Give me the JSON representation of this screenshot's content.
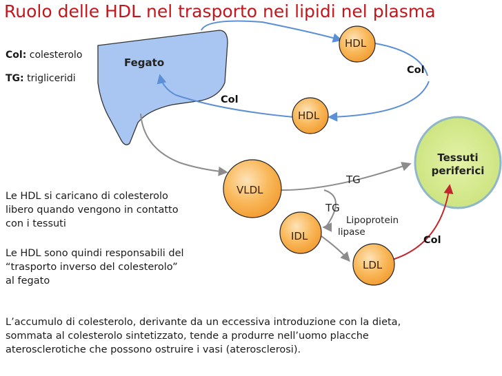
{
  "title": "Ruolo delle HDL nel trasporto nei lipidi nel plasma",
  "legend": {
    "col_key": "Col:",
    "col_value": "colesterolo",
    "tg_key": "TG:",
    "tg_value": "trigliceridi"
  },
  "organs": {
    "liver": "Fegato",
    "tissues_line1": "Tessuti",
    "tissues_line2": "periferici"
  },
  "nodes": {
    "hdl_top": "HDL",
    "hdl_mid": "HDL",
    "vldl": "VLDL",
    "idl": "IDL",
    "ldl": "LDL"
  },
  "arrow_labels": {
    "col_right": "Col",
    "col_mid": "Col",
    "col_ldl": "Col",
    "tg_vldl": "TG",
    "tg_idl": "TG",
    "enzyme_line1": "Lipoprotein",
    "enzyme_line2": "lipase"
  },
  "paragraph1": [
    "Le HDL si caricano di colesterolo",
    "libero quando vengono in contatto",
    "con i tessuti"
  ],
  "paragraph2": [
    "Le HDL sono quindi responsabili del",
    "“trasporto inverso del colesterolo”",
    "al fegato"
  ],
  "bottom_text": [
    "L’accumulo di colesterolo, derivante da un eccessiva introduzione con la dieta,",
    "sommata al colesterolo sintetizzato, tende a produrre nell’uomo placche",
    "aterosclerotiche che possono ostruire i vasi (aterosclerosi)."
  ],
  "colors": {
    "title": "#c4161c",
    "liver_fill": "#a9c6f2",
    "node_fill": "#f7a93a",
    "tissue_fill": "#d3e88a",
    "tissue_stroke": "#8fb7c9",
    "blue_arrow": "#5b8fd6",
    "gray_arrow": "#8c8c8c",
    "red_arrow": "#c0282d"
  }
}
